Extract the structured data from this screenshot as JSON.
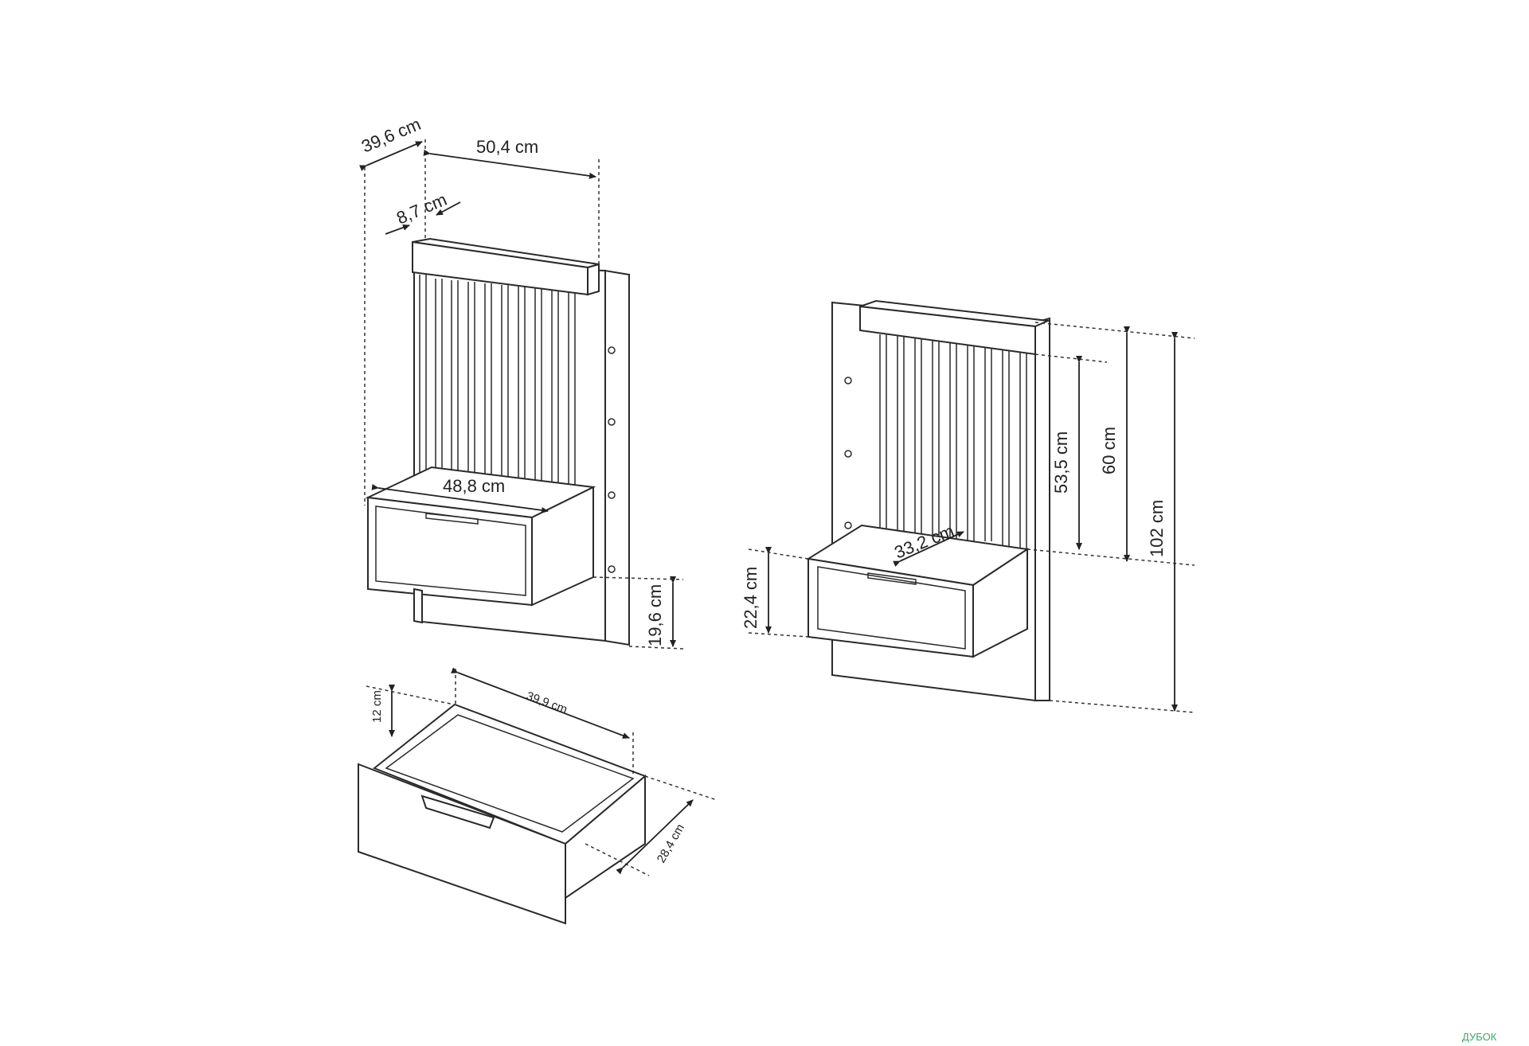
{
  "labels": {
    "depth_total": "39,6 cm",
    "width_top": "50,4 cm",
    "shelf_depth": "8,7 cm",
    "drawer_width": "48,8 cm",
    "floor_gap": "19,6 cm",
    "drawer_depth_side": "33,2 cm",
    "drawer_height": "22,4 cm",
    "slats_height": "53,5 cm",
    "panel_upper": "60 cm",
    "panel_total": "102 cm",
    "box_width": "39,9 cm",
    "box_height": "12 cm",
    "box_depth": "28,4 cm"
  },
  "watermark": "ДУБОК",
  "colors": {
    "line": "#2a2a2a",
    "watermark": "#3aa86b"
  }
}
